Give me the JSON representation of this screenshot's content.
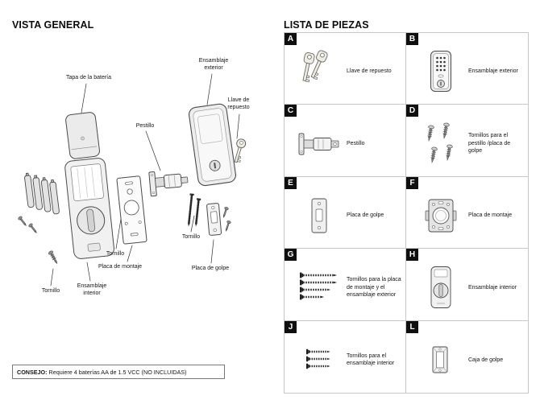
{
  "page": {
    "left_title": "VISTA GENERAL",
    "right_title": "LISTA DE PIEZAS"
  },
  "tip": {
    "bold": "CONSEJO:",
    "text": " Requiere 4 baterías AA de 1.5 VCC (NO INCLUIDAS)"
  },
  "diagram": {
    "battery_cover": "Tapa de la batería",
    "exterior_assembly": "Ensamblaje exterior",
    "spare_key": "Llave de repuesto",
    "deadbolt": "Pestillo",
    "screw": "Tornillo",
    "mounting_plate": "Placa de montaje",
    "strike_plate": "Placa de golpe",
    "interior_assembly": "Ensamblaje interior"
  },
  "parts": [
    {
      "letter": "A",
      "label": "Llave de repuesto",
      "icon": "spare-keys"
    },
    {
      "letter": "B",
      "label": "Ensamblaje exterior",
      "icon": "exterior-assembly"
    },
    {
      "letter": "C",
      "label": "Pestillo",
      "icon": "deadbolt-latch"
    },
    {
      "letter": "D",
      "label": "Tornillos para el pestillo /placa de golpe",
      "icon": "latch-strike-screws"
    },
    {
      "letter": "E",
      "label": "Placa de golpe",
      "icon": "strike-plate"
    },
    {
      "letter": "F",
      "label": "Placa de montaje",
      "icon": "mounting-plate"
    },
    {
      "letter": "G",
      "label": "Tornillos para la placa de montaje y el ensamblaje exterior",
      "icon": "long-screws"
    },
    {
      "letter": "H",
      "label": "Ensamblaje interior",
      "icon": "interior-assembly"
    },
    {
      "letter": "J",
      "label": "Tornillos para el ensamblaje interior",
      "icon": "interior-screws"
    },
    {
      "letter": "L",
      "label": "Caja de golpe",
      "icon": "strike-box"
    }
  ]
}
